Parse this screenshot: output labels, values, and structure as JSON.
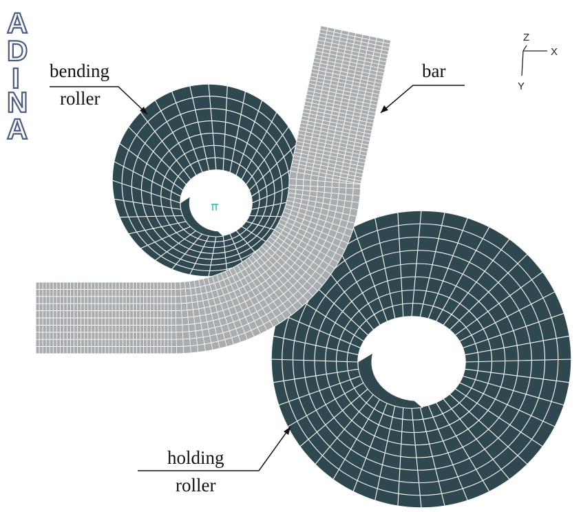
{
  "logo": {
    "letters": [
      "A",
      "D",
      "I",
      "N",
      "A"
    ]
  },
  "axes": {
    "z": "Z",
    "x": "X",
    "y": "Y"
  },
  "labels": {
    "bending_line1": "bending",
    "bending_line2": "roller",
    "bar": "bar",
    "holding_line1": "holding",
    "holding_line2": "roller"
  },
  "colors": {
    "roller_fill": "#2f4850",
    "mesh_line": "#ffffff",
    "bar_fill": "#a9adb0",
    "logo_stroke": "#4a5a80",
    "node_marker": "#19b5c4"
  }
}
